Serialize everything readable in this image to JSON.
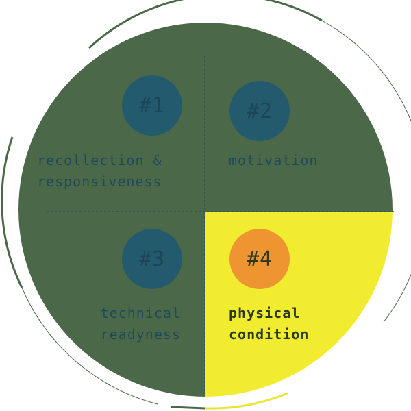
{
  "colors": {
    "quadrant_dark": "#4b6948",
    "quadrant_highlight": "#f1ec2f",
    "badge_default": "#245a6e",
    "badge_default_text": "#1b4657",
    "badge_highlight": "#ee9430",
    "label_default": "#1f4a5c",
    "label_highlight": "#2a3a20",
    "ring_dark": "#4b6948",
    "ring_light": "#e8e43a",
    "divider": "#2b4d5a"
  },
  "quadrants": [
    {
      "number": "#1",
      "lines": [
        "recollection &",
        "responsiveness"
      ],
      "highlighted": false
    },
    {
      "number": "#2",
      "lines": [
        "motivation"
      ],
      "highlighted": false
    },
    {
      "number": "#3",
      "lines": [
        "technical",
        "readyness"
      ],
      "highlighted": false
    },
    {
      "number": "#4",
      "lines": [
        "physical",
        "condition"
      ],
      "highlighted": true
    }
  ]
}
